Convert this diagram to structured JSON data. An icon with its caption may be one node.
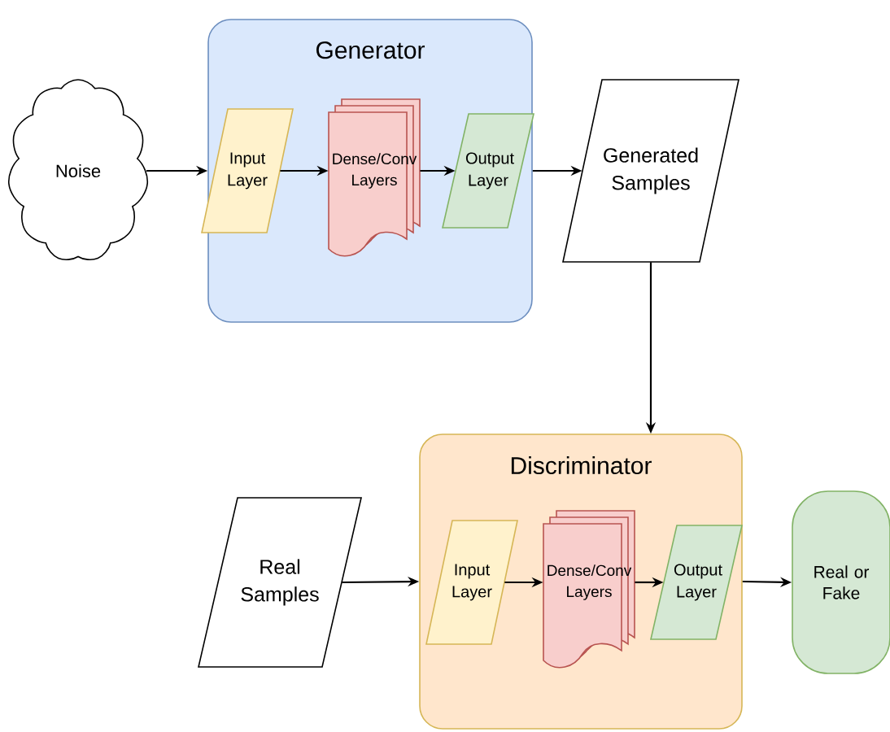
{
  "diagram": {
    "nodes": [
      {
        "text": [
          "Noise"
        ]
      },
      {
        "text": [
          "Generator"
        ]
      },
      {
        "text": [
          "Input Layer"
        ],
        "in": 1
      },
      {
        "text": [
          "Dense/Conv Layers"
        ],
        "in": 1
      },
      {
        "text": [
          "Output Layer"
        ],
        "in": 1
      },
      {
        "text": [
          "Generated Samples"
        ]
      },
      {
        "text": [
          "Real Samples"
        ]
      },
      {
        "text": [
          "Discriminator"
        ]
      },
      {
        "text": [
          "Input Layer"
        ],
        "in": 7
      },
      {
        "text": [
          "Dense/Conv Layers"
        ],
        "in": 7
      },
      {
        "text": [
          "Output Layer"
        ],
        "in": 7
      },
      {
        "text": [
          "Real or Fake"
        ]
      }
    ],
    "edges": [
      {
        "from": 0,
        "to": 1,
        "arrow": "to"
      },
      {
        "from": 2,
        "to": 3,
        "arrow": "to"
      },
      {
        "from": 3,
        "to": 4,
        "arrow": "to"
      },
      {
        "from": 1,
        "to": 5,
        "arrow": "to"
      },
      {
        "from": 5,
        "to": 7,
        "arrow": "to"
      },
      {
        "from": 6,
        "to": 7,
        "arrow": "to"
      },
      {
        "from": 8,
        "to": 9,
        "arrow": "to"
      },
      {
        "from": 9,
        "to": 10,
        "arrow": "to"
      },
      {
        "from": 7,
        "to": 11,
        "arrow": "to"
      }
    ]
  }
}
